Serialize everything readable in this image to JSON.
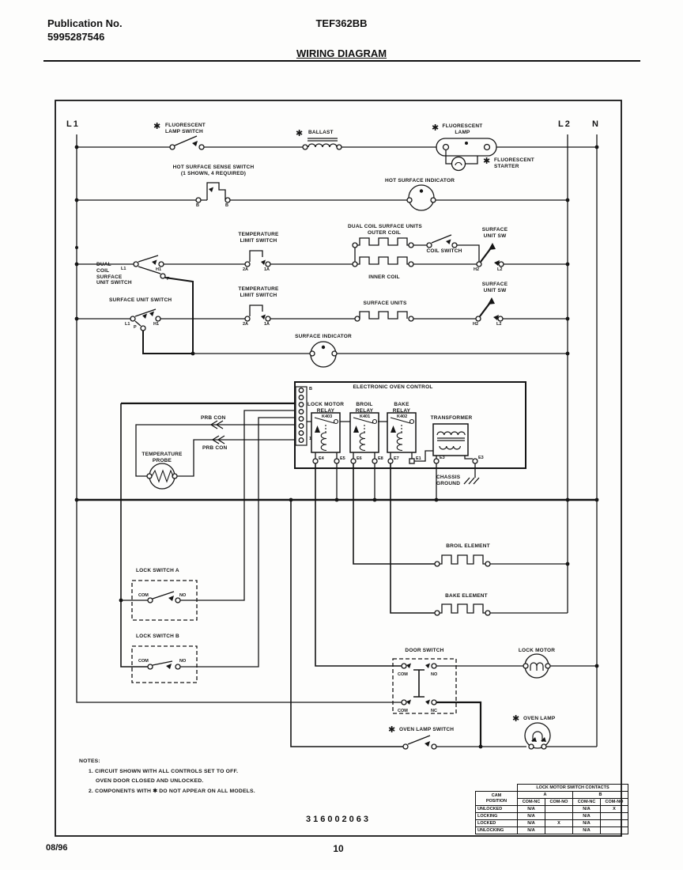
{
  "header": {
    "publication_label": "Publication No.",
    "publication_number": "5995287546",
    "model": "TEF362BB",
    "title": "WIRING DIAGRAM"
  },
  "buses": {
    "l1": "L1",
    "l2": "L2",
    "n": "N"
  },
  "marks": {
    "asterisk": "✱"
  },
  "components": {
    "fluorescent_lamp_switch": "FLUORESCENT\nLAMP SWITCH",
    "ballast": "BALLAST",
    "fluorescent_lamp": "FLUORESCENT\nLAMP",
    "fluorescent_starter": "FLUORESCENT\nSTARTER",
    "hot_surface_sense_switch": "HOT SURFACE SENSE SWITCH\n(1 SHOWN, 4 REQUIRED)",
    "hot_surface_indicator": "HOT SURFACE INDICATOR",
    "dual_coil_surface_unit_switch": "DUAL\nCOIL\nSURFACE\nUNIT SWITCH",
    "temperature_limit_switch": "TEMPERATURE\nLIMIT SWITCH",
    "dual_coil_surface_units": "DUAL COIL SURFACE UNITS",
    "outer_coil": "OUTER COIL",
    "inner_coil": "INNER COIL",
    "coil_switch": "COIL SWITCH",
    "surface_unit_sw": "SURFACE\nUNIT SW",
    "surface_unit_switch": "SURFACE UNIT SWITCH",
    "surface_units": "SURFACE UNITS",
    "surface_indicator": "SURFACE INDICATOR",
    "electronic_oven_control": "ELECTRONIC OVEN CONTROL",
    "lock_motor_relay": "LOCK MOTOR\nRELAY",
    "k403": "K403",
    "broil_relay": "BROIL\nRELAY",
    "k401": "K401",
    "bake_relay": "BAKE\nRELAY",
    "k402": "K402",
    "transformer": "TRANSFORMER",
    "chassis_ground": "CHASSIS\nGROUND",
    "prb_con": "PRB CON",
    "temperature_probe": "TEMPERATURE\nPROBE",
    "lock_switch_a": "LOCK SWITCH A",
    "lock_switch_b": "LOCK SWITCH B",
    "broil_element": "BROIL ELEMENT",
    "bake_element": "BAKE ELEMENT",
    "door_switch": "DOOR SWITCH",
    "lock_motor": "LOCK MOTOR",
    "oven_lamp": "OVEN LAMP",
    "oven_lamp_switch": "OVEN LAMP SWITCH"
  },
  "terminals": {
    "b": "B",
    "l1": "L1",
    "h1": "H1",
    "p": "P",
    "a2": "2A",
    "a1": "1A",
    "h2": "H2",
    "l2": "L2",
    "com": "COM",
    "no": "NO",
    "nc": "NC",
    "e1": "E1",
    "e3": "E3",
    "e4": "E4",
    "e5": "E5",
    "e6": "E6",
    "e7": "E7",
    "e8": "E8",
    "strip_b": "B",
    "strip_1": "1"
  },
  "notes": {
    "heading": "NOTES:",
    "line1": "1. CIRCUIT SHOWN WITH ALL CONTROLS SET TO OFF.",
    "line2": "OVEN DOOR CLOSED AND UNLOCKED.",
    "line3": "2. COMPONENTS WITH ✱ DO NOT APPEAR ON ALL MODELS."
  },
  "part_number": "316002063",
  "footer": {
    "date": "08/96",
    "page": "10"
  },
  "table": {
    "title": "LOCK MOTOR SWITCH CONTACTS",
    "row_header": "CAM\nPOSITION",
    "groups": [
      "A",
      "B"
    ],
    "subheaders": [
      "COM-NC",
      "COM-NO",
      "COM-NC",
      "COM-NO"
    ],
    "rows": [
      {
        "label": "UNLOCKED",
        "cells": [
          "N/A",
          "",
          "N/A",
          "X"
        ]
      },
      {
        "label": "LOCKING",
        "cells": [
          "N/A",
          "",
          "N/A",
          ""
        ]
      },
      {
        "label": "LOCKED",
        "cells": [
          "N/A",
          "X",
          "N/A",
          ""
        ]
      },
      {
        "label": "UNLOCKING",
        "cells": [
          "N/A",
          "",
          "N/A",
          ""
        ]
      }
    ]
  }
}
